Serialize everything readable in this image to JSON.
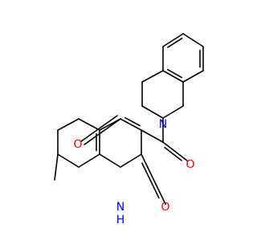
{
  "molecule": {
    "atoms": {
      "o_top": {
        "text": "O"
      },
      "o_amide": {
        "text": "O"
      },
      "o_lactam": {
        "text": "O"
      },
      "n_iso": {
        "text": "N"
      },
      "nh": {
        "text": "H",
        "n": "N"
      }
    },
    "colors": {
      "bond": "#000000",
      "oxygen": "#ff0000",
      "nitrogen": "#0000ff"
    }
  }
}
